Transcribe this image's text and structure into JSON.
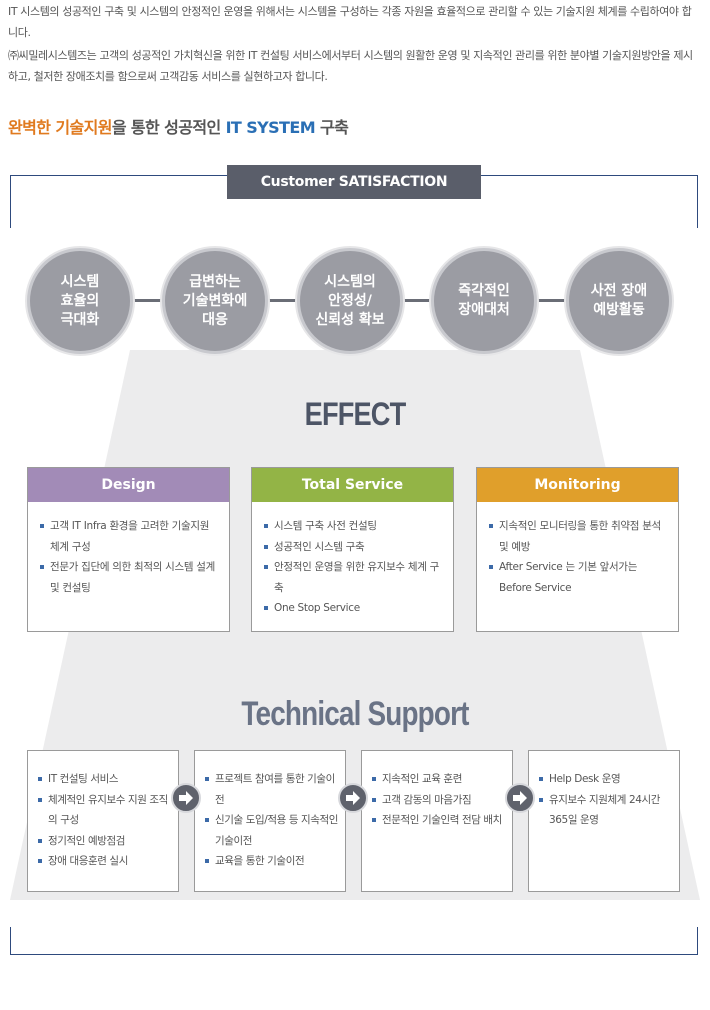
{
  "intro": {
    "para1": "IT 시스템의 성공적인 구축 및 시스템의 안정적인 운영을 위해서는 시스템을 구성하는 각종 자원을 효율적으로 관리할 수 있는 기술지원 체계를 수립하여야 합니다.",
    "para2": "㈜씨밀레시스템즈는 고객의 성공적인 가치혁신을 위한 IT 컨설팅 서비스에서부터 시스템의 원활한 운영 및 지속적인 관리를 위한 분야별 기술지원방안을 제시하고, 철저한 장애조치를 함으로써 고객감동 서비스를 실현하고자 합니다."
  },
  "headline": {
    "part1": "완벽한 기술지원",
    "part2": "을 통한 성공적인 ",
    "part3": "IT SYSTEM",
    "part4": " 구축"
  },
  "customer_label": "Customer SATISFACTION",
  "circles": [
    "시스템\n효율의\n극대화",
    "급변하는\n기술변화에\n대응",
    "시스템의\n안정성/\n신뢰성 확보",
    "즉각적인\n장애대처",
    "사전 장애\n예방활동"
  ],
  "effect_label": "EFFECT",
  "boxes": [
    {
      "title": "Design",
      "color": "#a28bb7",
      "items": [
        "고객 IT Infra 환경을 고려한 기술지원 체계 구성",
        "전문가 집단에 의한 최적의 시스템 설계 및 컨설팅"
      ]
    },
    {
      "title": "Total Service",
      "color": "#93b446",
      "items": [
        "시스템 구축 사전 컨설팅",
        "성공적인 시스템 구축",
        "안정적인 운영을 위한 유지보수 체계 구축",
        "One Stop Service"
      ]
    },
    {
      "title": "Monitoring",
      "color": "#e09f2b",
      "items": [
        "지속적인 모니터링을 통한 취약점 분석 및 예방",
        "After Service 는 기본 앞서가는 Before Service"
      ]
    }
  ],
  "tech_label": "Technical Support",
  "support": [
    {
      "items": [
        "IT 컨설팅 서비스",
        "체계적인 유지보수 지원 조직의 구성",
        "정기적인 예방점검",
        "장애 대응훈련 실시"
      ]
    },
    {
      "items": [
        "프로젝트 참여를 통한 기술이전",
        "신기술 도입/적용 등 지속적인 기술이전",
        "교육을 통한 기술이전"
      ]
    },
    {
      "items": [
        "지속적인 교육 훈련",
        "고객 감동의 마음가짐",
        "전문적인  기술인력 전담 배치"
      ]
    },
    {
      "items": [
        "Help Desk 운영",
        "유지보수 지원체계 24시간 365일 운영"
      ]
    }
  ],
  "colors": {
    "frame": "#2e4a7d",
    "trapezoid": "#ececed",
    "circle": "#9b9ca3",
    "arrow": "#5f626c"
  }
}
